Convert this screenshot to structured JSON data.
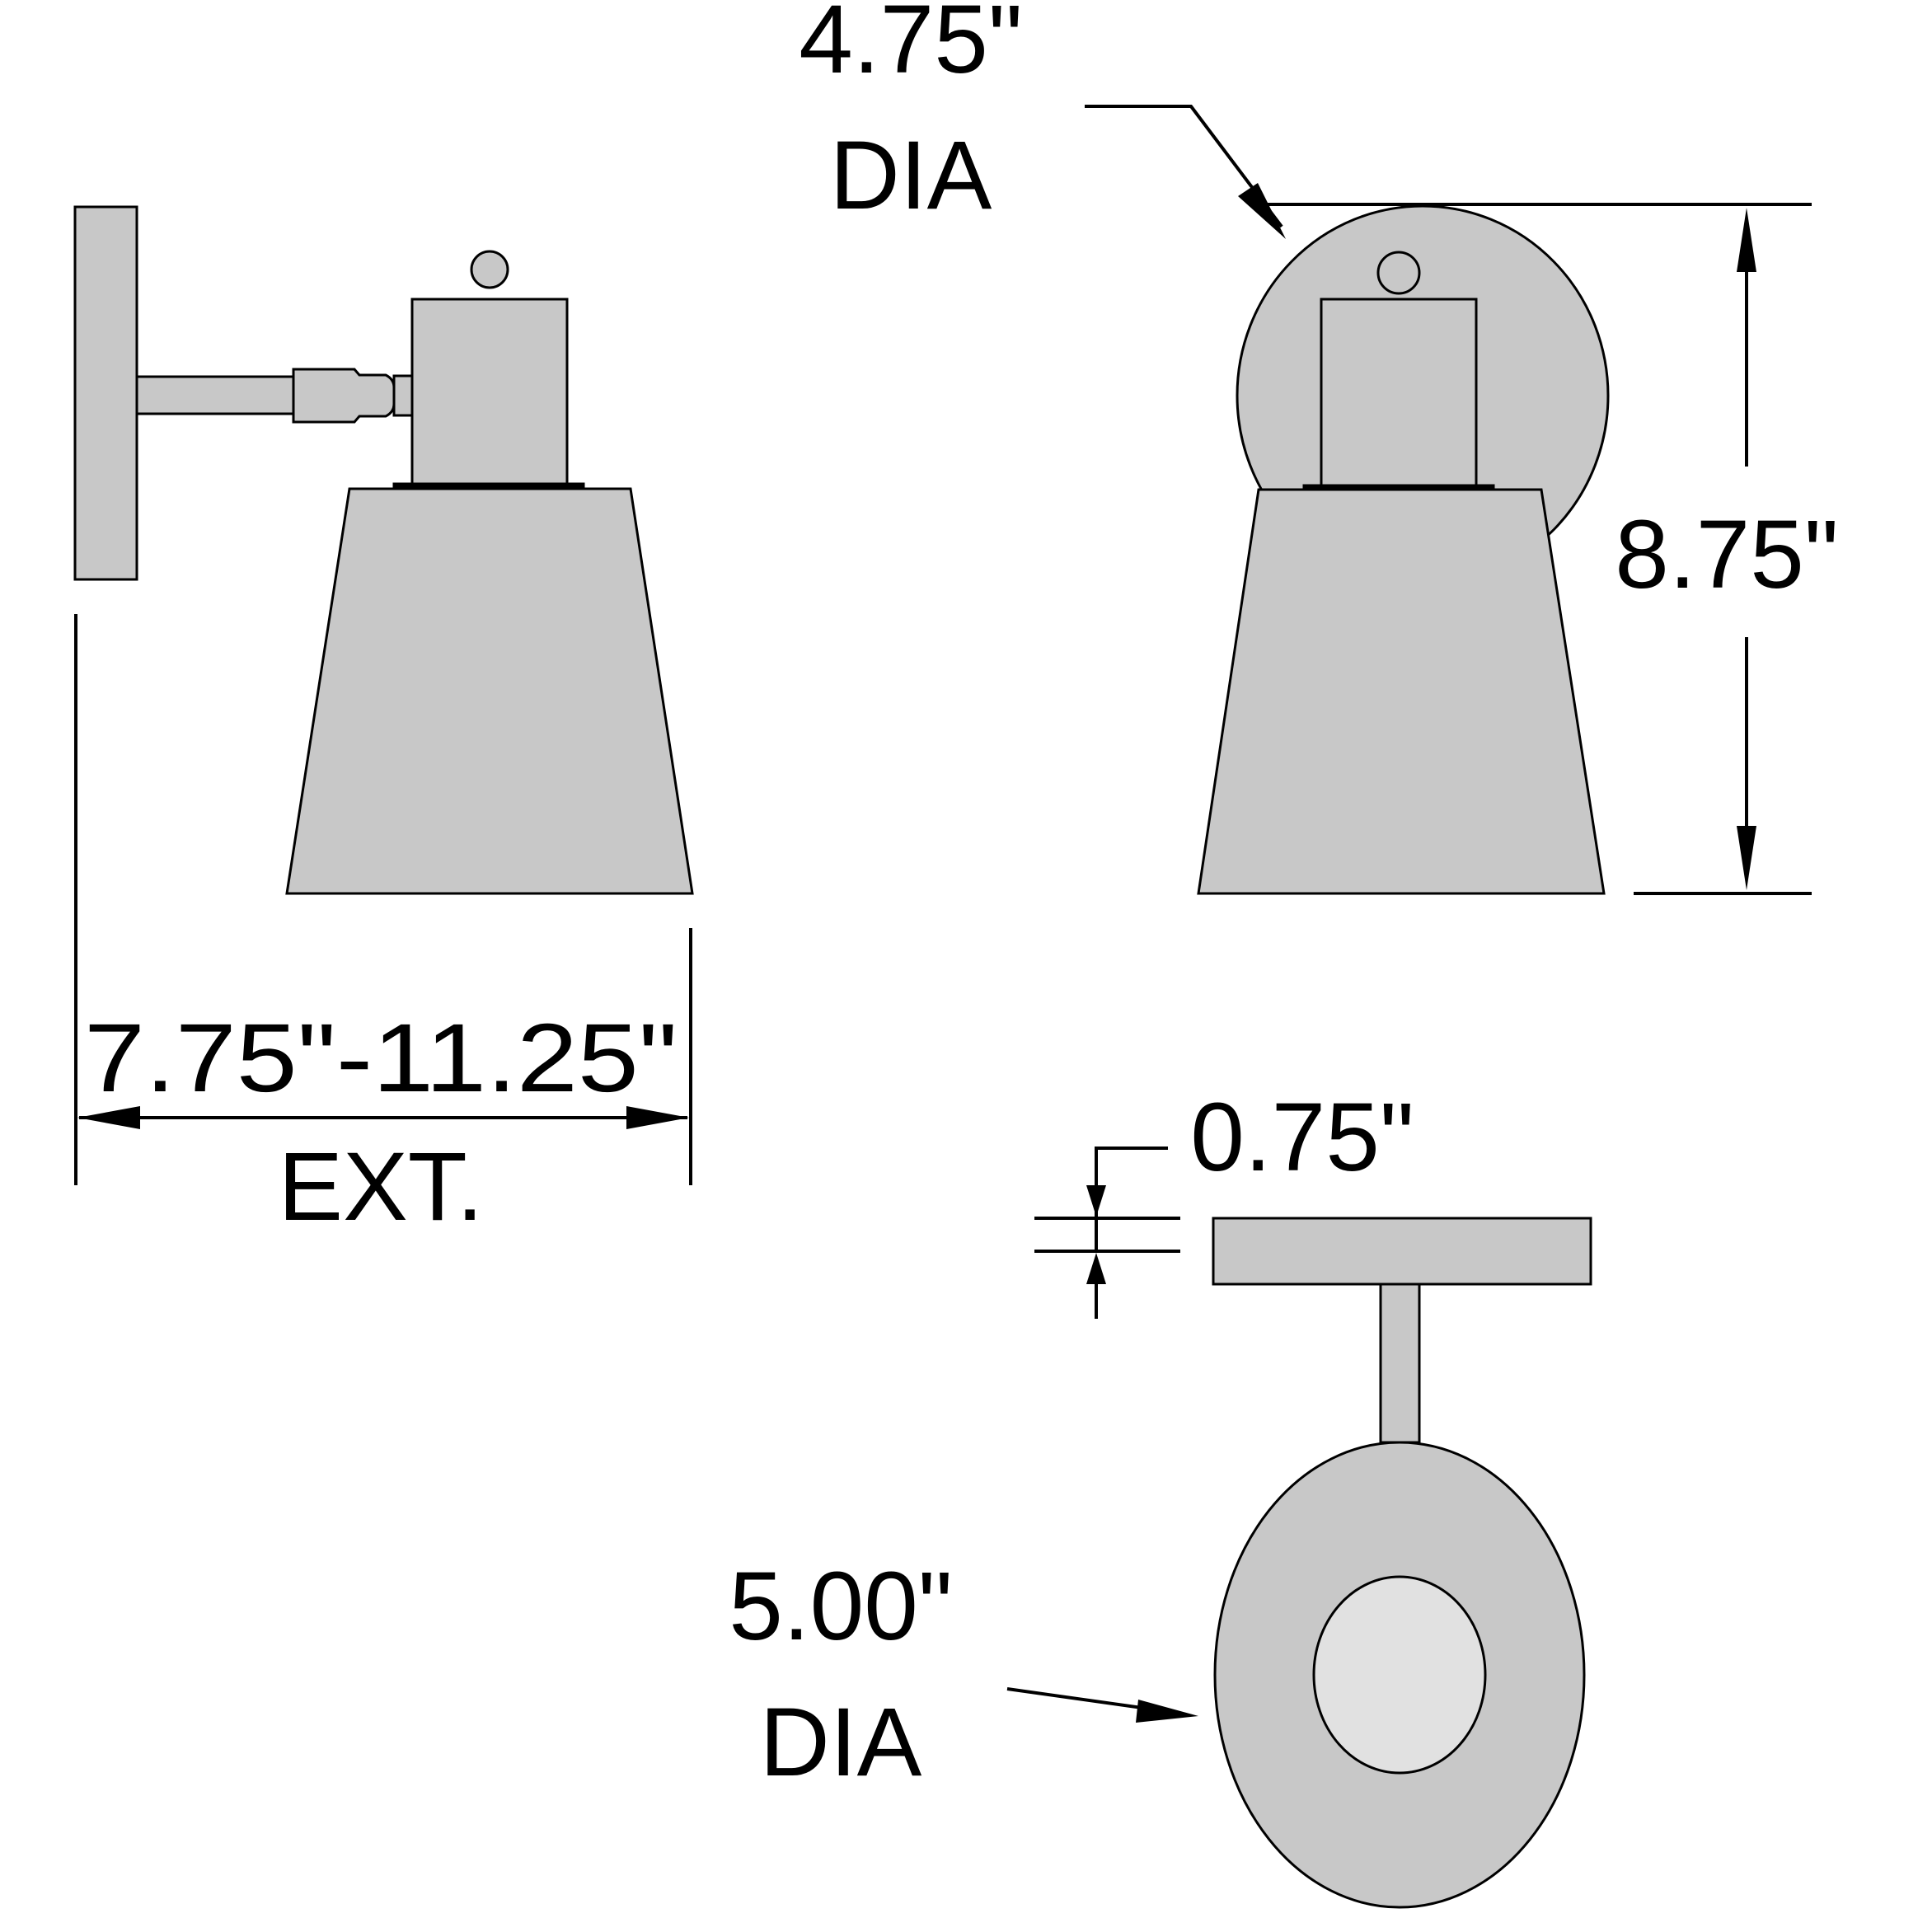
{
  "colors": {
    "fill": "#c8c8c8",
    "lens": "#e1e1e1",
    "stroke": "#000000",
    "background": "#ffffff"
  },
  "side_view": {
    "extension_dim": "7.75\"-11.25\"",
    "extension_label": "EXT."
  },
  "front_view": {
    "backplate_dim": "4.75\"",
    "backplate_label": "DIA",
    "height_dim": "8.75\""
  },
  "bottom_view": {
    "depth_dim": "0.75\"",
    "shade_dim": "5.00\"",
    "shade_label": "DIA"
  }
}
